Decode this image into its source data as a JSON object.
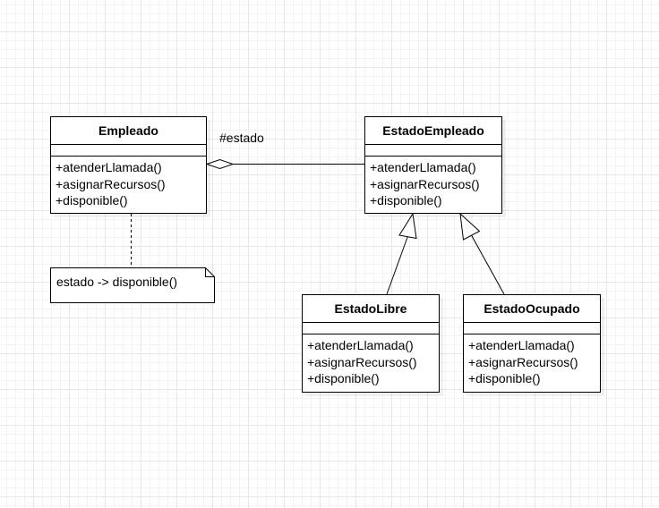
{
  "diagram": {
    "classes": [
      {
        "id": "empleado",
        "name": "Empleado",
        "methods": [
          "+atenderLlamada()",
          "+asignarRecursos()",
          "+disponible()"
        ]
      },
      {
        "id": "estado-empleado",
        "name": "EstadoEmpleado",
        "methods": [
          "+atenderLlamada()",
          "+asignarRecursos()",
          "+disponible()"
        ]
      },
      {
        "id": "estado-libre",
        "name": "EstadoLibre",
        "methods": [
          "+atenderLlamada()",
          "+asignarRecursos()",
          "+disponible()"
        ]
      },
      {
        "id": "estado-ocupado",
        "name": "EstadoOcupado",
        "methods": [
          "+atenderLlamada()",
          "+asignarRecursos()",
          "+disponible()"
        ]
      }
    ],
    "association": {
      "label": "#estado",
      "type": "aggregation"
    },
    "generalizations": [
      {
        "from": "EstadoLibre",
        "to": "EstadoEmpleado"
      },
      {
        "from": "EstadoOcupado",
        "to": "EstadoEmpleado"
      }
    ],
    "note": {
      "text": "estado -> disponible()",
      "attached_to": "Empleado"
    }
  }
}
